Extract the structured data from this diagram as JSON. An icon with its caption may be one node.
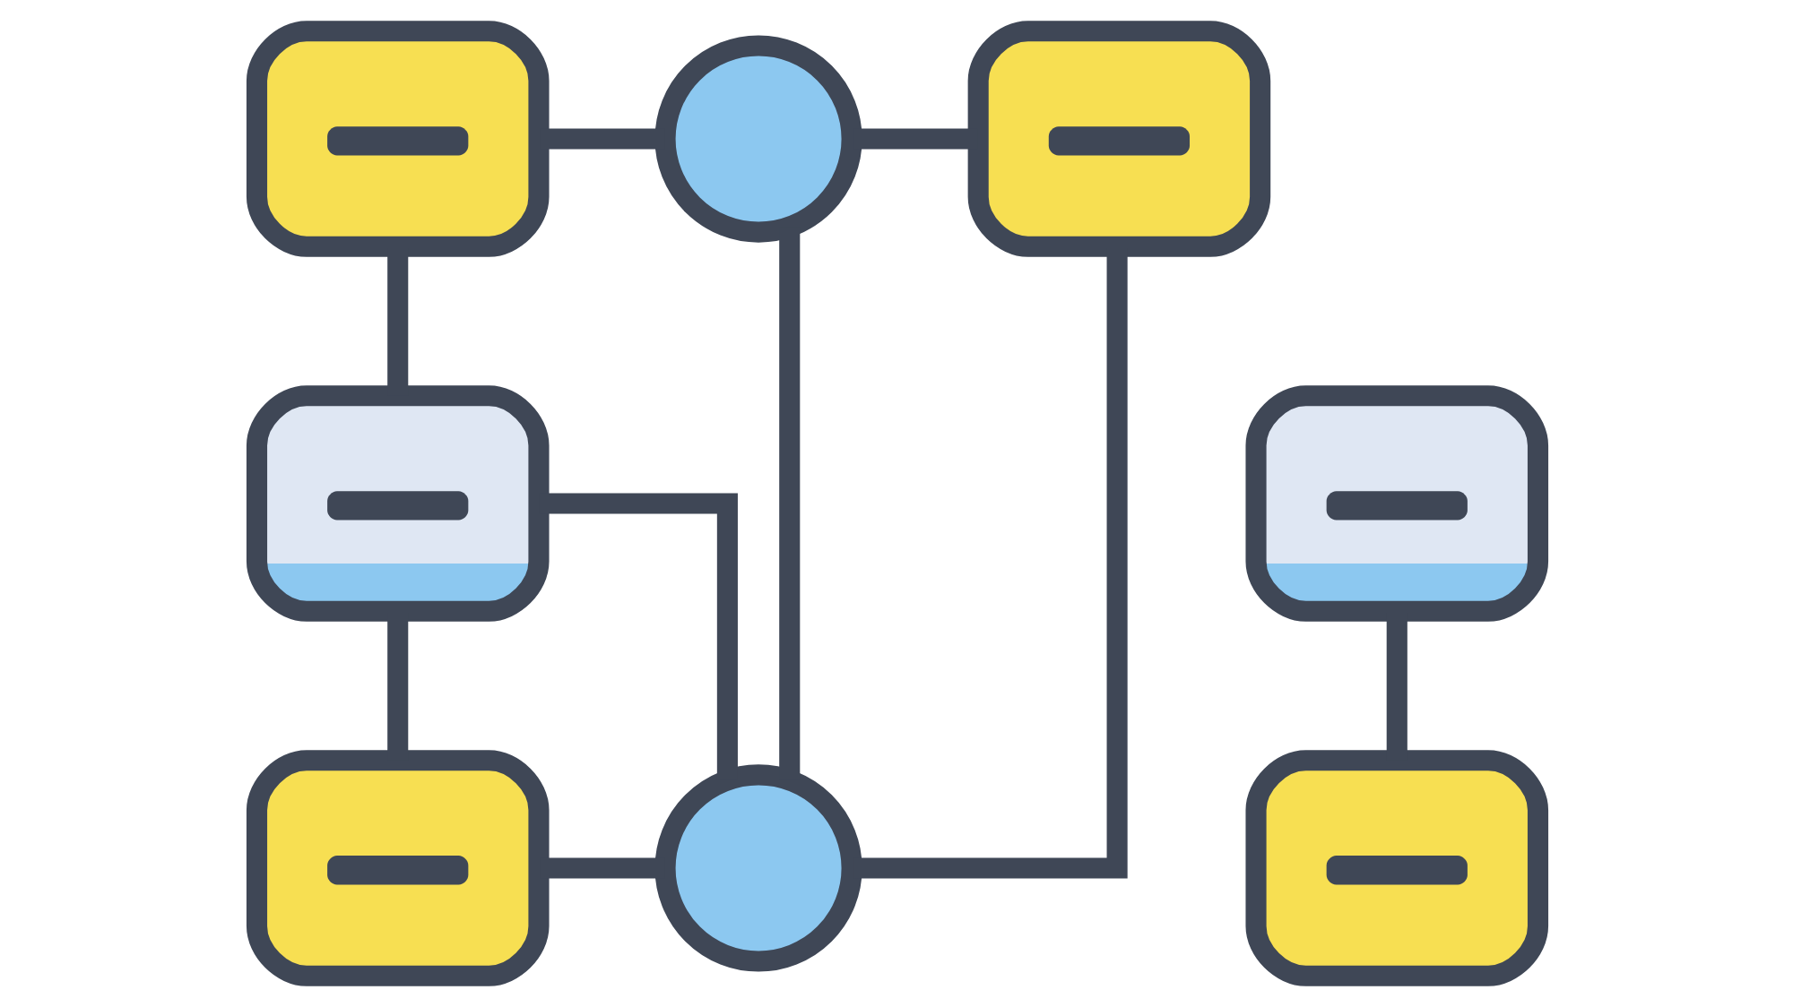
{
  "diagram": {
    "nodes": [
      {
        "text": [],
        "shape": "box"
      },
      {
        "text": [],
        "shape": "circle"
      },
      {
        "text": [],
        "shape": "box"
      },
      {
        "text": [],
        "shape": "box"
      },
      {
        "text": [],
        "shape": "box"
      },
      {
        "text": [],
        "shape": "box"
      },
      {
        "text": [],
        "shape": "circle"
      },
      {
        "text": [],
        "shape": "box"
      }
    ],
    "edges": [
      {
        "from": 0,
        "to": 1,
        "arrow": "none"
      },
      {
        "from": 1,
        "to": 2,
        "arrow": "none"
      },
      {
        "from": 0,
        "to": 3,
        "arrow": "none"
      },
      {
        "from": 3,
        "to": 5,
        "arrow": "none"
      },
      {
        "from": 1,
        "to": 6,
        "arrow": "none"
      },
      {
        "from": 2,
        "to": 6,
        "arrow": "none"
      },
      {
        "from": 3,
        "to": 6,
        "arrow": "none"
      },
      {
        "from": 5,
        "to": 6,
        "arrow": "none"
      },
      {
        "from": 4,
        "to": 7,
        "arrow": "none"
      }
    ]
  }
}
